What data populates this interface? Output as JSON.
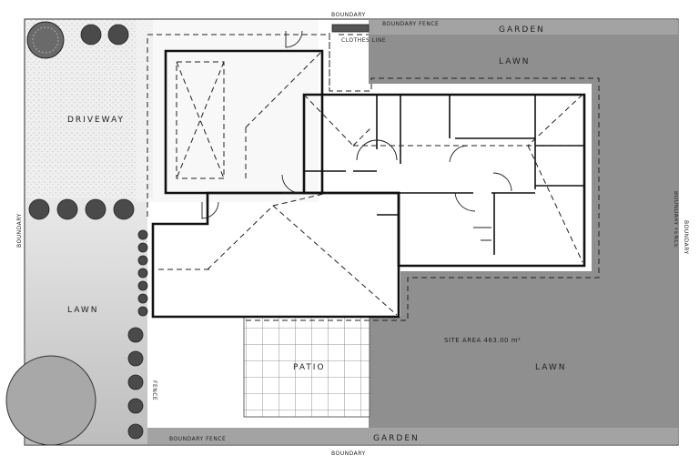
{
  "labels": {
    "boundary_top": "BOUNDARY",
    "boundary_fence_top": "BOUNDARY FENCE",
    "garden_top": "GARDEN",
    "clothes_line": "CLOTHES LINE",
    "lawn_top": "LAWN",
    "driveway": "DRIVEWAY",
    "boundary_left": "BOUNDARY",
    "boundary_right": "BOUNDARY",
    "boundary_fence_right": "BOUNDARY FENCE",
    "lawn_left": "LAWN",
    "site_area": "SITE AREA 463.00 m²",
    "lawn_right": "LAWN",
    "patio": "PATIO",
    "fence_left": "FENCE",
    "boundary_fence_bottom": "BOUNDARY FENCE",
    "garden_bottom": "GARDEN",
    "boundary_bottom": "BOUNDARY"
  },
  "colors": {
    "lawn_dark": "#8f8f8f",
    "lawn_light": "#c8c8c8",
    "driveway": "#efefef",
    "walls": "#111111",
    "shrub": "#4a4a4a"
  },
  "icons": [
    "shrub-icon",
    "tree-canopy-icon",
    "door-swing-icon"
  ]
}
